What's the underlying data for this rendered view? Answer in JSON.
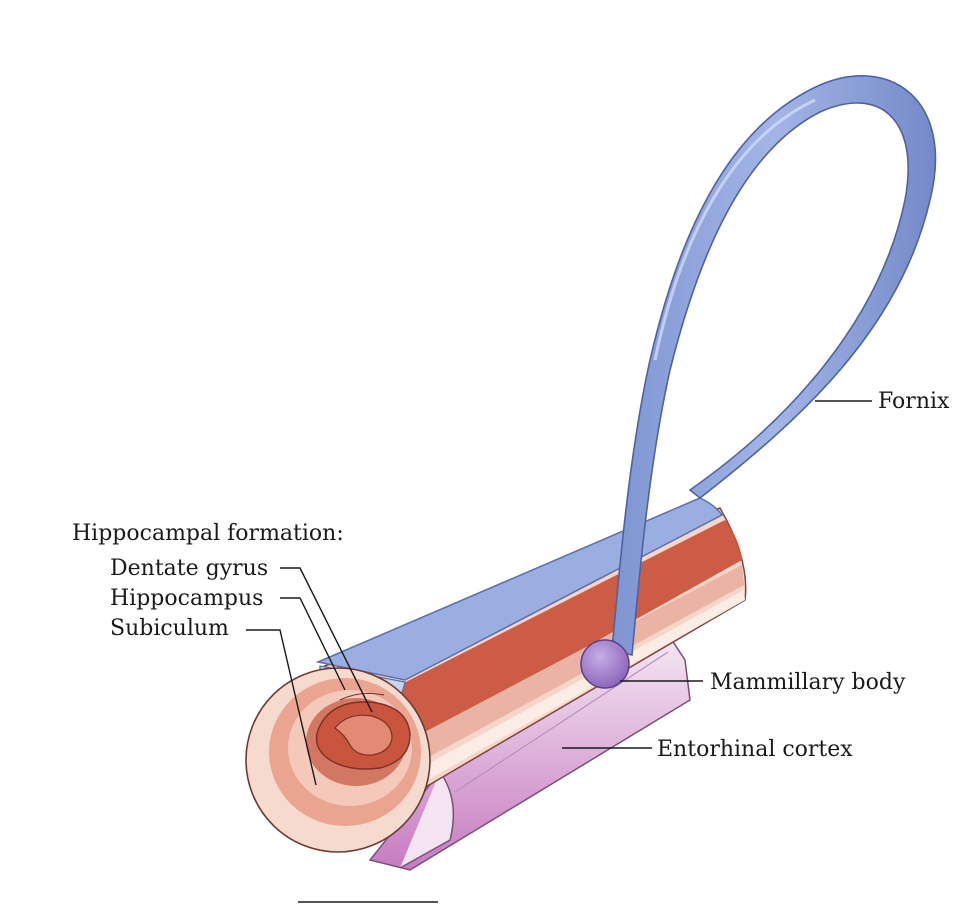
{
  "labels": {
    "fornix": "Fornix",
    "hippocampal_formation": "Hippocampal formation:",
    "dentate_gyrus": "Dentate gyrus",
    "hippocampus": "Hippocampus",
    "subiculum": "Subiculum",
    "mammillary_body": "Mammillary body",
    "entorhinal_cortex": "Entorhinal cortex"
  },
  "colors": {
    "fornix": "#8fa4dc",
    "fornix_highlight": "#c3cff0",
    "fornix_shadow": "#6d83c2",
    "hippocampus": "#c9553f",
    "dentate": "#d98070",
    "subiculum": "#eab3a3",
    "outer_tissue": "#f5d6c9",
    "entorhinal": "#c77bc0",
    "mammillary": "#9a72c4"
  }
}
